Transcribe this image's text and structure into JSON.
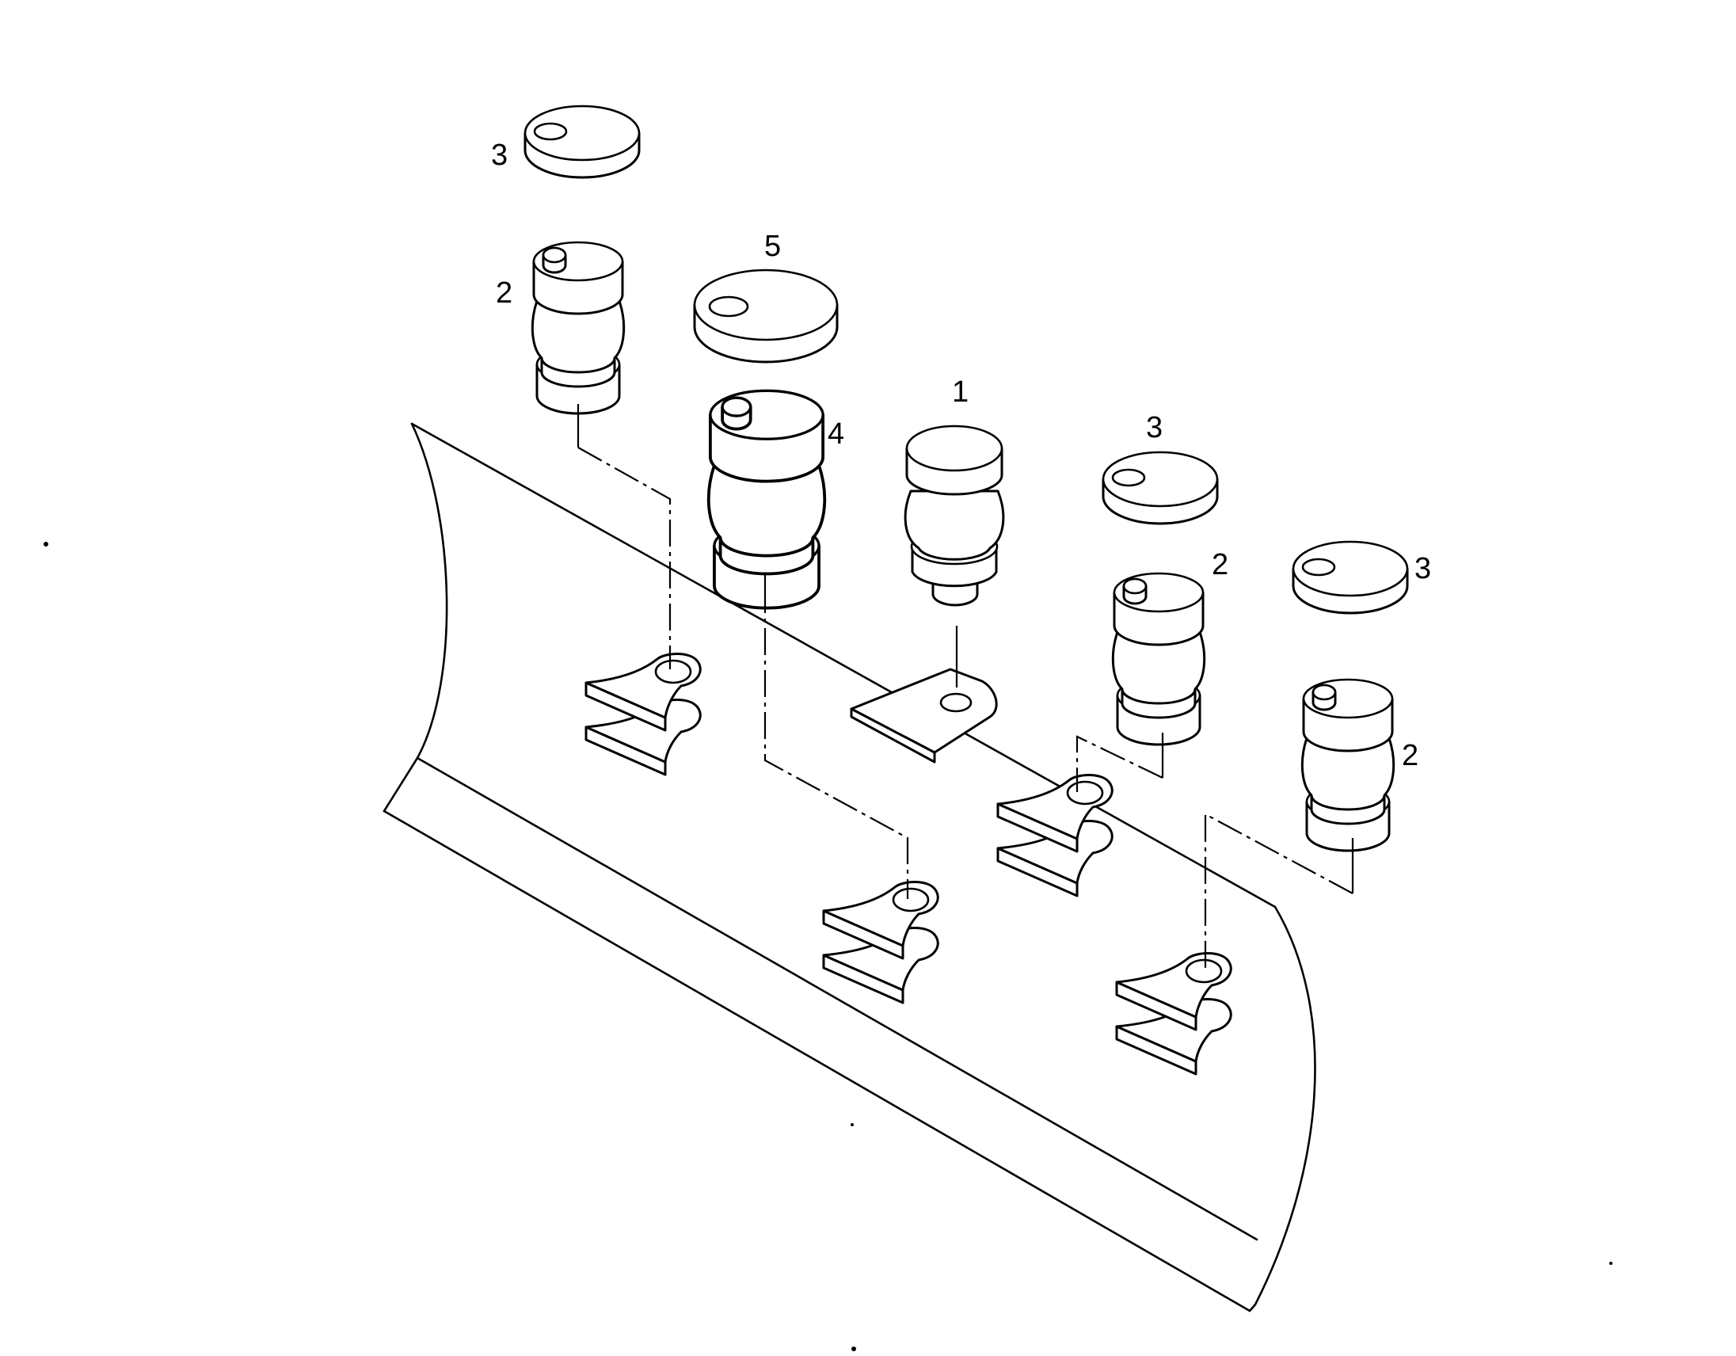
{
  "callouts": {
    "c1": "1",
    "c2a": "2",
    "c2b": "2",
    "c2c": "2",
    "c3a": "3",
    "c3b": "3",
    "c3c": "3",
    "c4": "4",
    "c5": "5"
  },
  "icons": {
    "dozer_blade": "blade-outline",
    "mount_bracket": "clevis-bracket",
    "cushion": "rubber-cushion",
    "cap": "cap-disc",
    "pad": "flat-pad"
  }
}
